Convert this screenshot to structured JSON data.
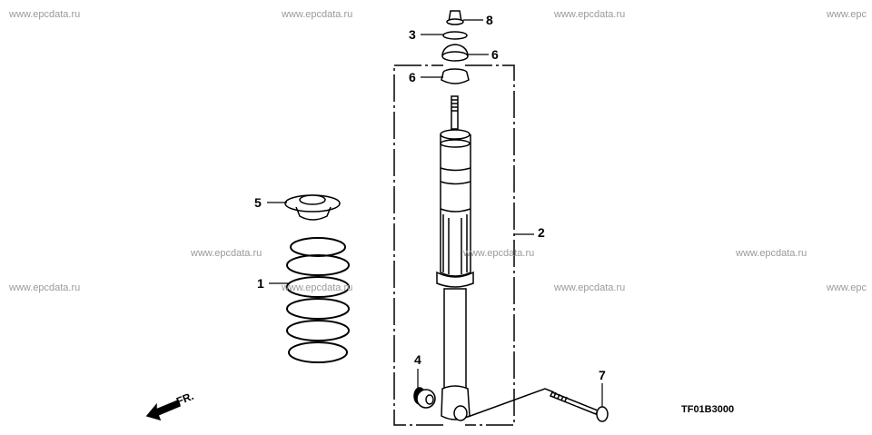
{
  "watermark": "www.epcdata.ru",
  "watermark_cut": "www.epc",
  "callouts": {
    "c1": "1",
    "c2": "2",
    "c3": "3",
    "c4": "4",
    "c5": "5",
    "c6a": "6",
    "c6b": "6",
    "c7": "7",
    "c8": "8"
  },
  "front_label": "FR.",
  "diagram_code": "TF01B3000"
}
